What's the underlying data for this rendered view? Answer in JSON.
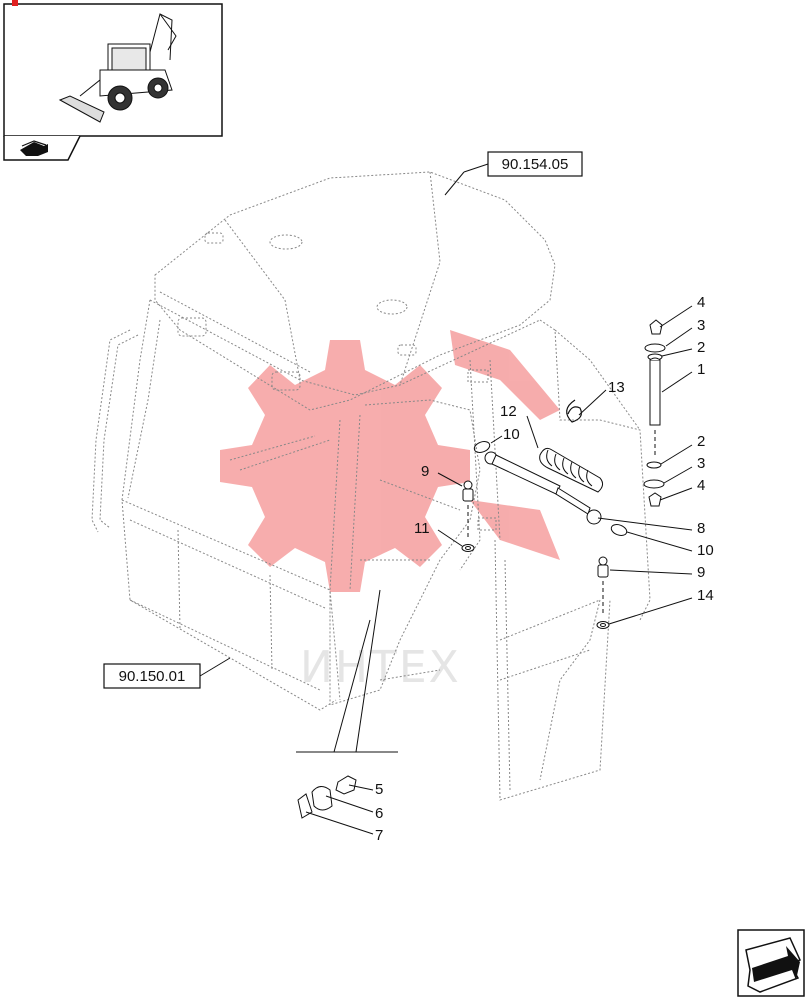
{
  "references": {
    "roof": "90.154.05",
    "cab": "90.150.01"
  },
  "callouts": {
    "c1": "1",
    "c2a": "2",
    "c2b": "2",
    "c3a": "3",
    "c3b": "3",
    "c4a": "4",
    "c4b": "4",
    "c5": "5",
    "c6": "6",
    "c7": "7",
    "c8": "8",
    "c9a": "9",
    "c9b": "9",
    "c10a": "10",
    "c10b": "10",
    "c11": "11",
    "c12": "12",
    "c13": "13",
    "c14": "14"
  },
  "watermark": {
    "text": "ИНТЕХ",
    "color": "#f06a6a"
  },
  "icons": {
    "thumbnail": "backhoe-loader-thumbnail",
    "thumbnail_nav": "book-arrow-icon",
    "nav_next": "next-page-arrow-icon"
  },
  "colors": {
    "line": "#111111",
    "dotted": "#888888"
  }
}
